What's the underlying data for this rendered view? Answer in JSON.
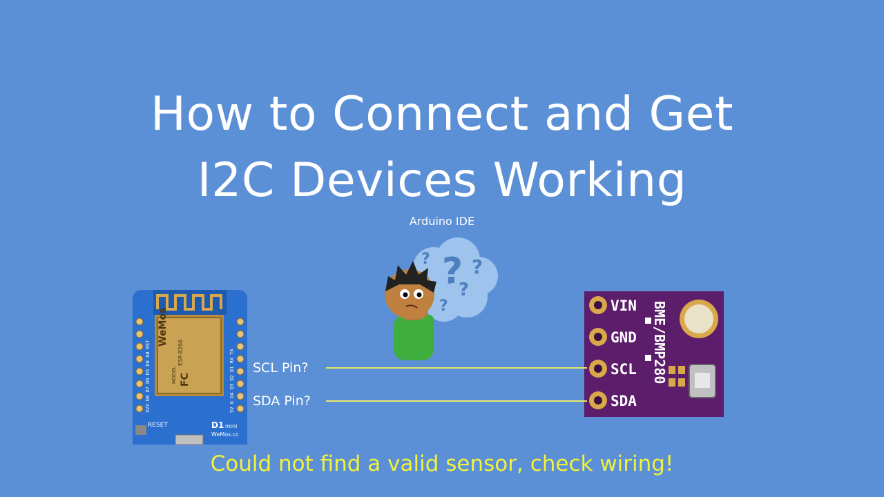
{
  "title": {
    "line1": "How to Connect and Get",
    "line2": "I2C Devices Working"
  },
  "ide_label": "Arduino IDE",
  "pin_labels": {
    "scl": "SCL Pin?",
    "sda": "SDA Pin?"
  },
  "error_message": "Could not find a valid sensor, check wiring!",
  "wemos_board": {
    "brand": "WeMos",
    "module": "ESP-8266",
    "model_text": "MODEL",
    "fcc": "FC",
    "board_name": "D1",
    "board_suffix": "mini",
    "website": "WeMos.cc",
    "reset_label": "RESET",
    "left_pins": "3V3 D8 D7 D6 D5 D0 A0 RST",
    "right_pins": "5V G D4 D3 D2 D1 RX TX"
  },
  "sensor_board": {
    "model": "BME/BMP280",
    "pins": [
      "VIN",
      "GND",
      "SCL",
      "SDA"
    ]
  },
  "colors": {
    "background": "#5b8fd6",
    "wire": "#e8e86a",
    "error_text": "#f2f23a",
    "wemos_blue": "#2b6fcf",
    "sensor_purple": "#5c1d6b",
    "gold": "#d9a84a"
  }
}
